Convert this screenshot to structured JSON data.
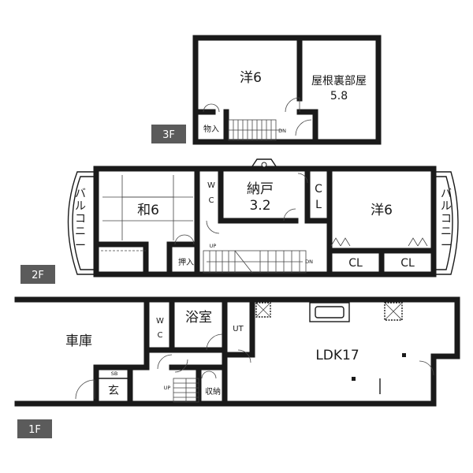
{
  "floors": [
    {
      "id": "3f",
      "label": "3F",
      "rooms": {
        "western_room": "洋6",
        "attic_room_name": "屋根裏部屋",
        "attic_room_size": "5.8",
        "storage": "物入"
      },
      "stairs_label": "DN"
    },
    {
      "id": "2f",
      "label": "2F",
      "rooms": {
        "japanese_room": "和6",
        "wc_w": "W",
        "wc_c": "C",
        "closet_name": "納戸",
        "closet_size": "3.2",
        "closet_small_c": "C",
        "closet_small_l": "L",
        "western_room": "洋6",
        "closet_1": "CL",
        "closet_2": "CL",
        "oshiire": "押入"
      },
      "balcony_left": [
        "バ",
        "ル",
        "コ",
        "ニ",
        "ー"
      ],
      "balcony_right": [
        "バ",
        "ル",
        "コ",
        "ニ",
        "ー"
      ],
      "stairs_up": "UP",
      "stairs_down": "DN"
    },
    {
      "id": "1f",
      "label": "1F",
      "rooms": {
        "garage": "車庫",
        "wc_w": "W",
        "wc_c": "C",
        "bathroom": "浴室",
        "utility": "UT",
        "ldk": "LDK17",
        "shoe_box": "SB",
        "entrance": "玄",
        "storage": "収納"
      },
      "stairs_up": "UP"
    }
  ]
}
